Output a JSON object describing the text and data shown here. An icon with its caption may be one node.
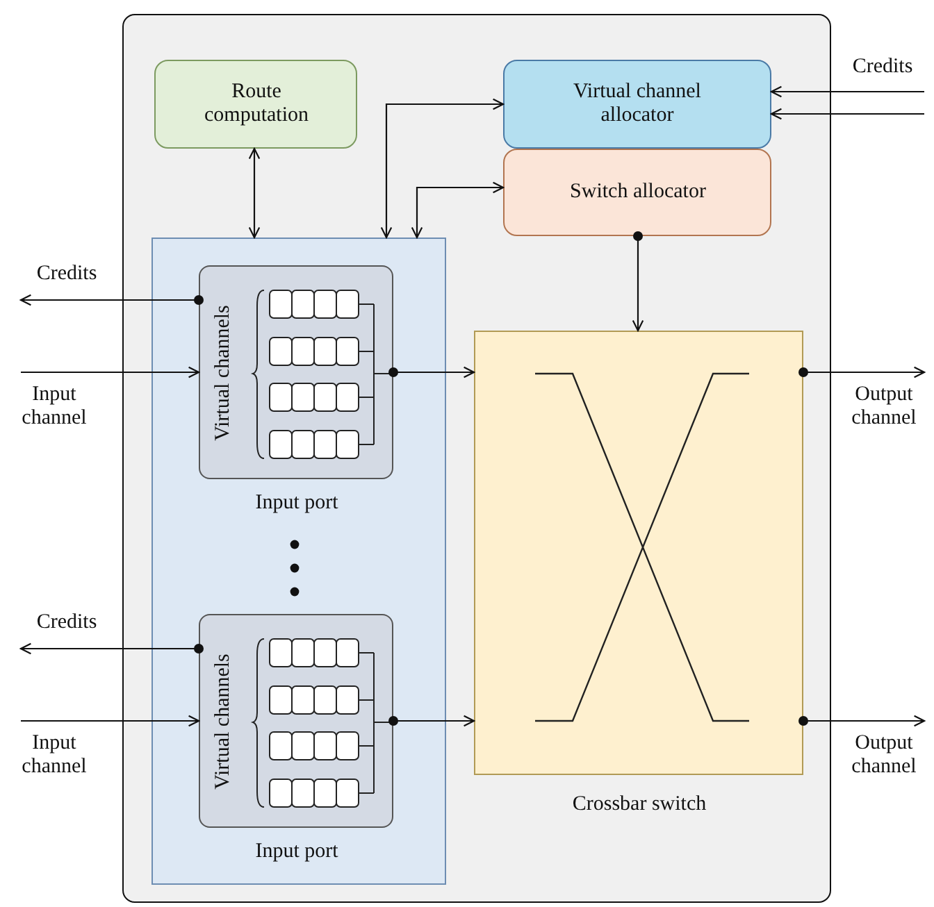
{
  "diagram": {
    "nodes": [
      {
        "text": [],
        "shape": "box"
      },
      {
        "text": [
          "Route computation"
        ],
        "in": 0
      },
      {
        "text": [
          "Virtual channel allocator"
        ],
        "in": 0
      },
      {
        "text": [
          "Switch allocator"
        ],
        "in": 0
      },
      {
        "text": [],
        "shape": "box",
        "in": 0
      },
      {
        "text": [
          "Virtual channels",
          "Input port"
        ],
        "in": 4
      },
      {
        "text": [
          "Virtual channels",
          "Input port"
        ],
        "in": 4
      },
      {
        "text": [
          "Crossbar switch"
        ],
        "in": 0
      }
    ],
    "edges": [
      {
        "from": 1,
        "to": 4,
        "arrow": "both"
      },
      {
        "from": 2,
        "to": 4,
        "arrow": "both"
      },
      {
        "from": 3,
        "to": 4,
        "arrow": "both"
      },
      {
        "from": 3,
        "to": 7,
        "arrow": "to"
      },
      {
        "from": 5,
        "to": null,
        "arrow": "to",
        "label": "Credits"
      },
      {
        "from": null,
        "to": 5,
        "arrow": "to",
        "label": "Input channel"
      },
      {
        "from": 5,
        "to": 7,
        "arrow": "to"
      },
      {
        "from": 6,
        "to": null,
        "arrow": "to",
        "label": "Credits"
      },
      {
        "from": null,
        "to": 6,
        "arrow": "to",
        "label": "Input channel"
      },
      {
        "from": 6,
        "to": 7,
        "arrow": "to"
      },
      {
        "from": null,
        "to": 2,
        "arrow": "to",
        "label": "Credits"
      },
      {
        "from": null,
        "to": 2,
        "arrow": "to"
      },
      {
        "from": 7,
        "to": null,
        "arrow": "to",
        "label": "Output channel"
      },
      {
        "from": 7,
        "to": null,
        "arrow": "to",
        "label": "Output channel"
      }
    ]
  }
}
